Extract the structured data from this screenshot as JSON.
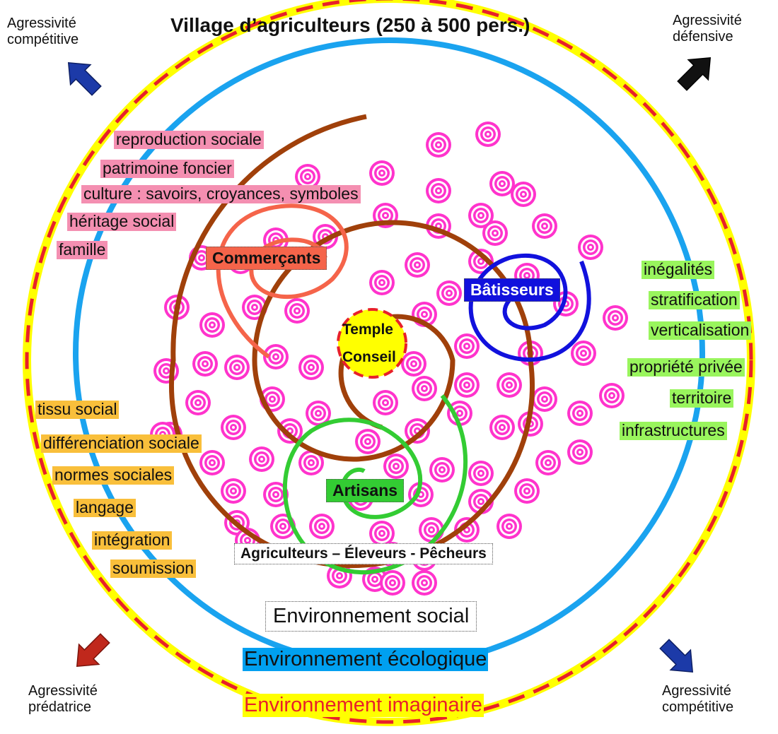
{
  "title": "Village d’agriculteurs (250 à 500 pers.)",
  "corners": {
    "top_left": [
      "Agressivité",
      "compétitive"
    ],
    "top_right": [
      "Agressivité",
      "défensive"
    ],
    "bottom_left": [
      "Agressivité",
      "prédatrice"
    ],
    "bottom_right": [
      "Agressivité",
      "compétitive"
    ]
  },
  "center": {
    "line1": "Temple",
    "line2": "Conseil"
  },
  "groups": {
    "commercants": "Commerçants",
    "batisseurs": "Bâtisseurs",
    "artisans": "Artisans",
    "agriculteurs": "Agriculteurs – Éleveurs - Pêcheurs"
  },
  "pink_labels": [
    "reproduction  sociale ",
    "patrimoine foncier ",
    "culture : savoirs, croyances, symboles",
    "héritage social ",
    "famille"
  ],
  "green_labels": [
    "inégalités ",
    "stratification ",
    "verticalisation",
    "propriété privée ",
    "territoire ",
    "infrastructures"
  ],
  "orange_labels": [
    "tissu social ",
    "différenciation sociale ",
    "normes sociales ",
    "langage",
    "intégration ",
    "soumission "
  ],
  "environments": {
    "social": "Environnement social",
    "ecological": "Environnement écologique",
    "imaginary": "Environnement imaginaire"
  },
  "colors": {
    "outer_ring": "#ffff00",
    "outer_dash": "#e8202a",
    "blue_ring": "#1aa3ef",
    "spiral": "#a0400a",
    "pink_swirl": "#ff33cc",
    "commercants_curve": "#f5644a",
    "batisseurs_curve": "#1111dd",
    "artisans_curve": "#33cc33",
    "pink_highlight": "#f48fb1",
    "green_highlight": "#99f55d",
    "orange_highlight": "#f9bf3b",
    "ecological_highlight": "#00a0f0",
    "imaginary_text": "#e8202a",
    "imaginary_highlight": "#ffff00"
  },
  "icons": [
    "arrow-up-left-icon",
    "arrow-up-right-icon",
    "arrow-down-left-icon",
    "arrow-down-right-icon",
    "pink-swirl-icon"
  ]
}
